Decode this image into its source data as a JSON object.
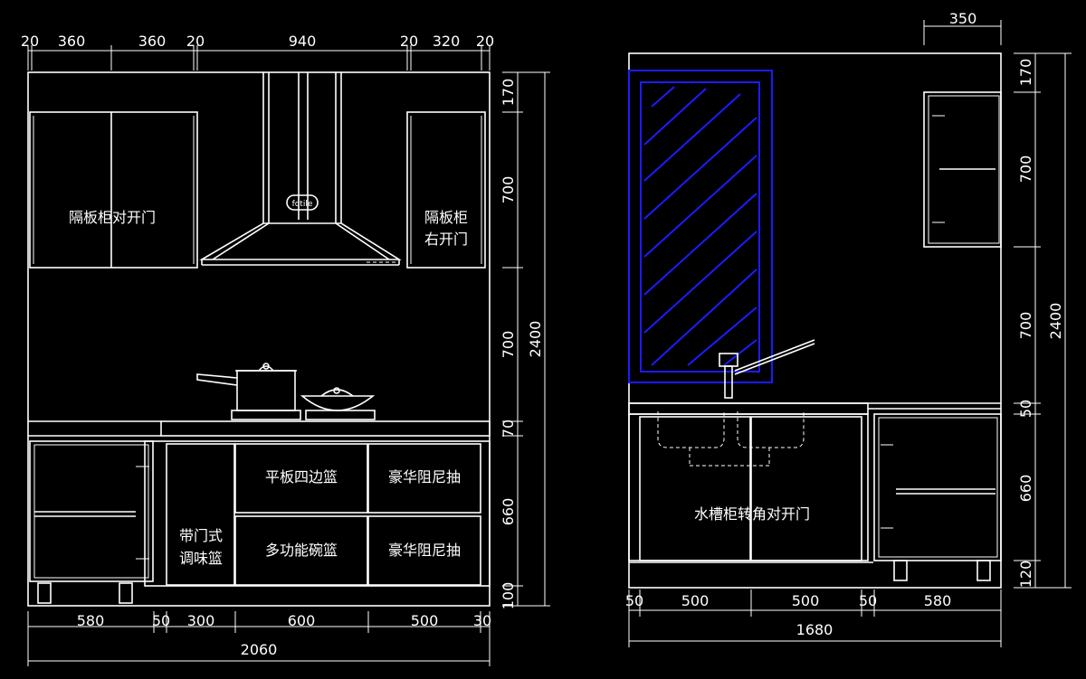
{
  "left_elevation": {
    "top_dims": [
      "20",
      "360",
      "360",
      "20",
      "940",
      "20",
      "320",
      "20"
    ],
    "bottom_dims": [
      "580",
      "50",
      "300",
      "600",
      "500",
      "30"
    ],
    "overall_width": "2060",
    "right_dims": [
      "170",
      "700",
      "700",
      "70",
      "660",
      "100"
    ],
    "overall_height": "2400",
    "labels": {
      "upper_left": "隔板柜对开门",
      "upper_right_l1": "隔板柜",
      "upper_right_l2": "右开门",
      "hood_brand": "fotile",
      "spice_l1": "带门式",
      "spice_l2": "调味篮",
      "basket_top": "平板四边篮",
      "basket_bottom": "多功能碗篮",
      "drawer_top": "豪华阻尼抽",
      "drawer_bottom": "豪华阻尼抽"
    }
  },
  "right_elevation": {
    "top_dim": "350",
    "right_dims": [
      "170",
      "700",
      "700",
      "50",
      "660",
      "120"
    ],
    "overall_height": "2400",
    "bottom_dims": [
      "50",
      "500",
      "500",
      "50",
      "580"
    ],
    "overall_width": "1680",
    "labels": {
      "sink_cabinet": "水槽柜转角对开门"
    }
  },
  "colors": {
    "background": "#000000",
    "line": "#ffffff",
    "highlight": "#1c1cff"
  }
}
